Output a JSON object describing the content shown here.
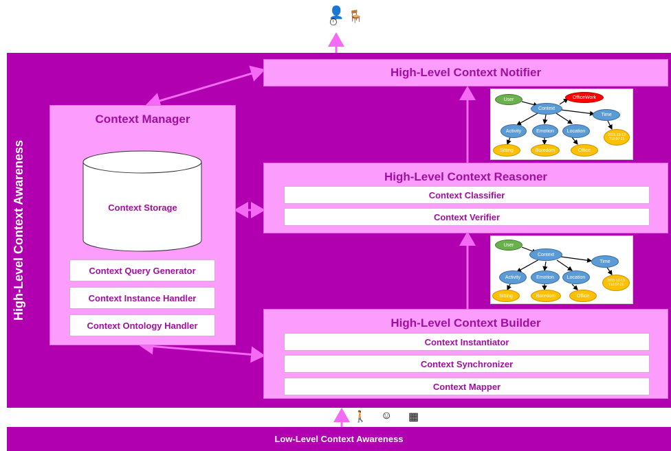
{
  "side_title": "High-Level Context Awareness",
  "bottom_title": "Low-Level Context Awareness",
  "context_manager": {
    "title": "Context Manager",
    "storage_label": "Context Storage",
    "items": [
      "Context Query Generator",
      "Context Instance Handler",
      "Context Ontology Handler"
    ]
  },
  "notifier": {
    "title": "High-Level Context Notifier"
  },
  "reasoner": {
    "title": "High-Level Context Reasoner",
    "items": [
      "Context Classifier",
      "Context Verifier"
    ]
  },
  "builder": {
    "title": "High-Level Context Builder",
    "items": [
      "Context Instantiator",
      "Context Synchronizer",
      "Context Mapper"
    ]
  },
  "graph_top": {
    "user": "User",
    "context": "Context",
    "extra": "OfficeWork",
    "time": "Time",
    "activity": "Activity",
    "emotion": "Emotion",
    "location": "Location",
    "sitting": "Sitting",
    "boredom": "Boredom",
    "office": "Office",
    "timestamp": "2015-10-13 T10:07:21"
  },
  "graph_bottom": {
    "user": "User",
    "context": "Context",
    "time": "Time",
    "activity": "Activity",
    "emotion": "Emotion",
    "location": "Location",
    "sitting": "Sitting",
    "boredom": "Boredom",
    "office": "Office",
    "timestamp": "2015-10-13 T10:07:21"
  },
  "colors": {
    "panel": "#b000b0",
    "block": "#fc9cfc",
    "arrow": "#f46af4",
    "text": "#a10fa1"
  },
  "icons": [
    "person-clock-icon",
    "person-desk-icon",
    "person-standing-icon",
    "emotion-icon",
    "building-icon"
  ]
}
